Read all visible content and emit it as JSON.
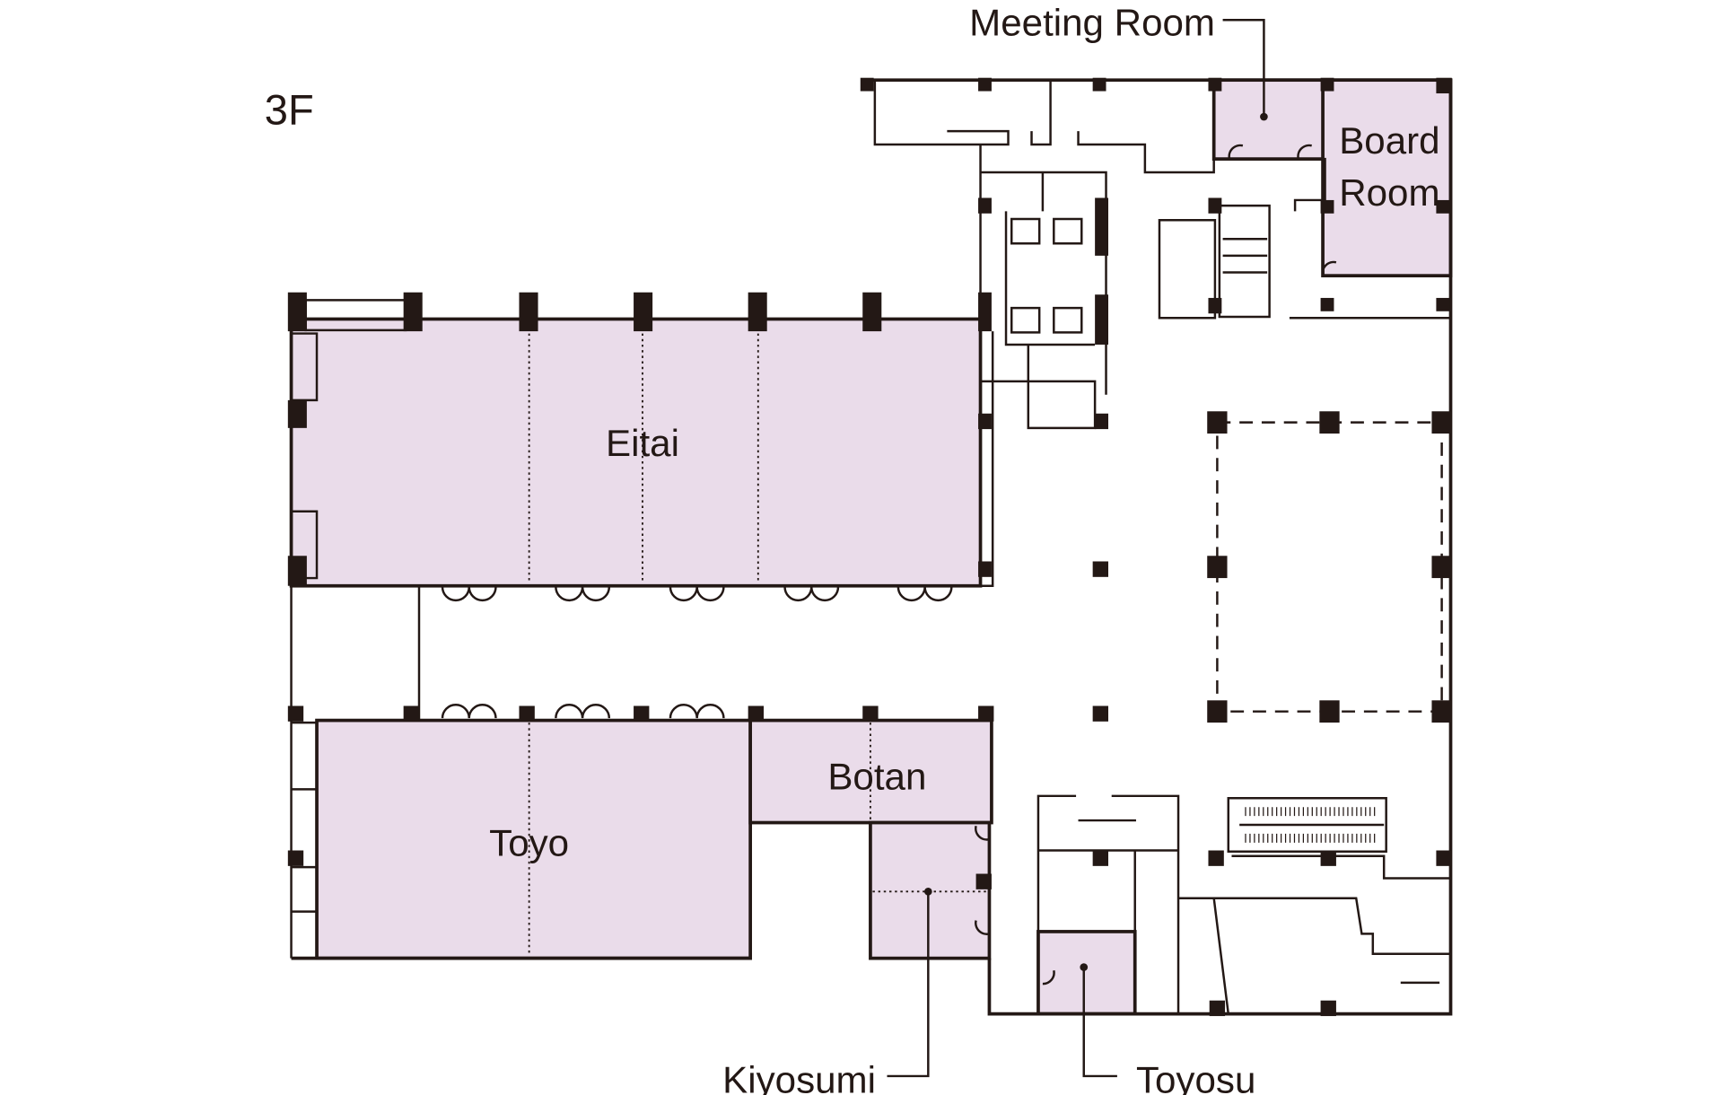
{
  "floor_label": "3F",
  "rooms": {
    "eitai": "Eitai",
    "toyo": "Toyo",
    "botan": "Botan",
    "board_room_line1": "Board",
    "board_room_line2": "Room"
  },
  "callouts": {
    "meeting_room": "Meeting Room",
    "kiyosumi": "Kiyosumi",
    "toyosu": "Toyosu"
  },
  "colors": {
    "room_fill": "#eadcea",
    "line": "#231815"
  }
}
